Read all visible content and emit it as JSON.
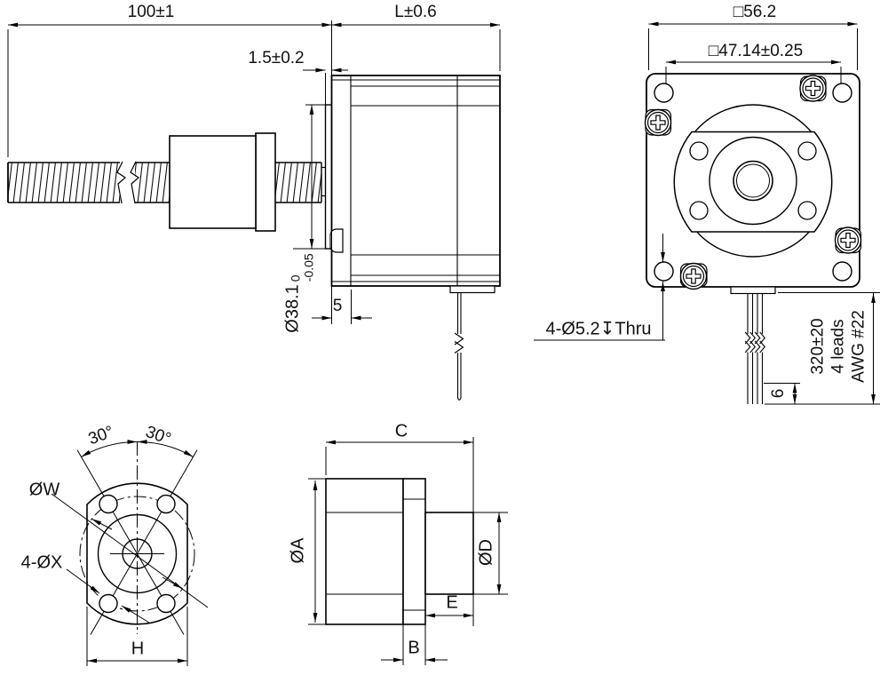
{
  "drawing": {
    "views": {
      "assembly_side": {
        "dims": {
          "screw_length": "100±1",
          "motor_length": "L±0.6",
          "boss_height": "1.5±0.2",
          "boss_dia": "Ø38.1",
          "boss_tol_upper": "0",
          "boss_tol_lower": "-0.05",
          "front_plate_thickness": "5"
        }
      },
      "motor_face": {
        "dims": {
          "frame_size": "□56.2",
          "hole_spacing": "□47.14±0.25",
          "mount_holes": "4-Ø5.2↧Thru",
          "lead_length": "320±20",
          "lead_count": "4 leads",
          "wire_gauge": "AWG #22",
          "strip_length": "6"
        }
      },
      "nut_face": {
        "dims": {
          "angle_left": "30°",
          "angle_right": "30°",
          "bolt_circle_dia": "ØW",
          "hole_callout": "4-ØX",
          "across_flats": "H"
        }
      },
      "nut_side": {
        "dims": {
          "overall_length": "C",
          "body_dia": "ØA",
          "pilot_dia": "ØD",
          "pilot_length": "E",
          "flange_thickness": "B"
        }
      }
    }
  }
}
